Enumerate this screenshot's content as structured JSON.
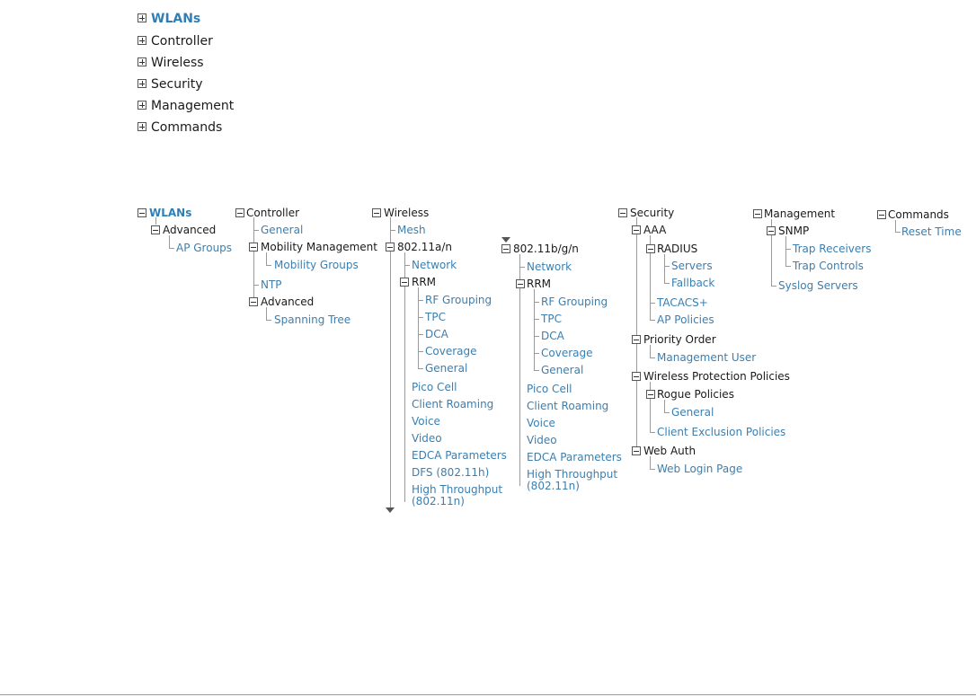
{
  "top_menu": [
    {
      "label": "WLANs"
    },
    {
      "label": "Controller"
    },
    {
      "label": "Wireless"
    },
    {
      "label": "Security"
    },
    {
      "label": "Management"
    },
    {
      "label": "Commands"
    }
  ],
  "tree": {
    "wlans": {
      "title": "WLANs",
      "advanced": "Advanced",
      "ap_groups": "AP Groups"
    },
    "controller": {
      "title": "Controller",
      "general": "General",
      "mobility": "Mobility Management",
      "mobility_groups": "Mobility Groups",
      "ntp": "NTP",
      "advanced": "Advanced",
      "spanning_tree": "Spanning Tree"
    },
    "wireless": {
      "title": "Wireless",
      "mesh": "Mesh",
      "a_n": "802.11a/n",
      "network": "Network",
      "rrm": "RRM",
      "rrm_items": [
        "RF Grouping",
        "TPC",
        "DCA",
        "Coverage",
        "General"
      ],
      "items": [
        "Pico Cell",
        "Client Roaming",
        "Voice",
        "Video",
        "EDCA Parameters",
        "DFS (802.11h)"
      ],
      "ht1": "High Throughput",
      "ht2": "(802.11n)"
    },
    "bgn": {
      "title": "802.11b/g/n",
      "network": "Network",
      "rrm": "RRM",
      "rrm_items": [
        "RF Grouping",
        "TPC",
        "DCA",
        "Coverage",
        "General"
      ],
      "items": [
        "Pico Cell",
        "Client Roaming",
        "Voice",
        "Video",
        "EDCA Parameters"
      ],
      "ht1": "High Throughput",
      "ht2": "(802.11n)"
    },
    "security": {
      "title": "Security",
      "aaa": "AAA",
      "radius": "RADIUS",
      "servers": "Servers",
      "fallback": "Fallback",
      "tacacs": "TACACS+",
      "ap_policies": "AP Policies",
      "priority": "Priority Order",
      "mgmt_user": "Management User",
      "wpp": "Wireless Protection Policies",
      "rogue": "Rogue Policies",
      "rogue_general": "General",
      "client_excl": "Client Exclusion Policies",
      "web_auth": "Web Auth",
      "web_login": "Web Login Page"
    },
    "management": {
      "title": "Management",
      "snmp": "SNMP",
      "trap_receivers": "Trap Receivers",
      "trap_controls": "Trap Controls",
      "syslog": "Syslog Servers"
    },
    "commands": {
      "title": "Commands",
      "reset_time": "Reset Time"
    }
  }
}
